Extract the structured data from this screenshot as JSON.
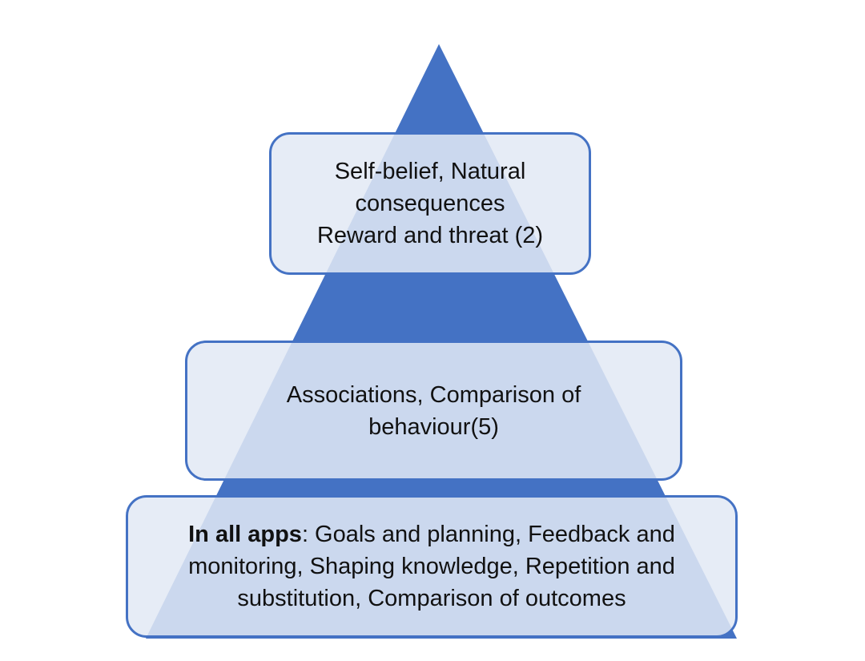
{
  "colors": {
    "pyramid_fill": "#4472c4",
    "box_border": "#4472c4",
    "box_fill": "#e2e9f5",
    "text": "#111111"
  },
  "tiers": {
    "top": {
      "line1": "Self-belief, Natural consequences",
      "line2": "Reward and threat (2)"
    },
    "middle": {
      "text": "Associations, Comparison of behaviour(5)"
    },
    "bottom": {
      "lead": "In all apps",
      "text": ": Goals and planning, Feedback and monitoring, Shaping knowledge, Repetition and substitution, Comparison of outcomes"
    }
  }
}
